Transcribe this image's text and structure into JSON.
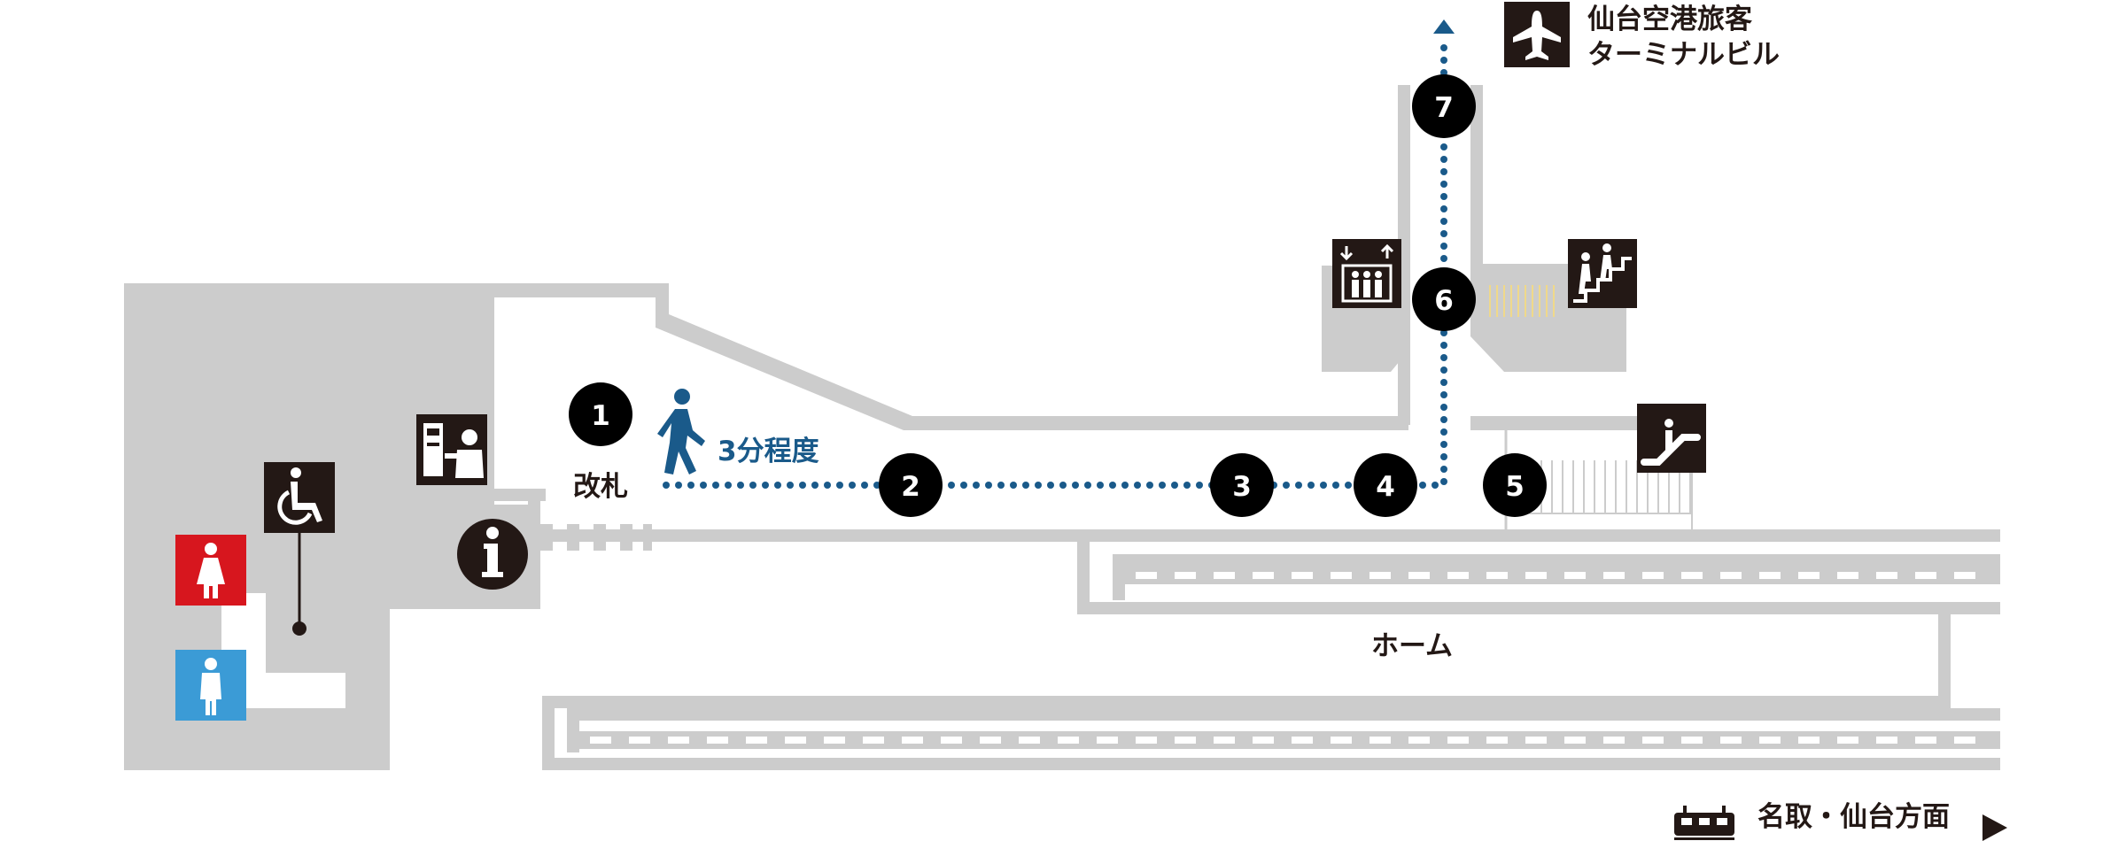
{
  "labels": {
    "gate": "改札",
    "walk_time": "3分程度",
    "platform": "ホーム",
    "terminal_line1": "仙台空港旅客",
    "terminal_line2": "ターミナルビル",
    "direction": "名取・仙台方面"
  },
  "stops": [
    "1",
    "2",
    "3",
    "4",
    "5",
    "6",
    "7"
  ],
  "icons": {
    "terminal": "airplane-icon",
    "walk": "walking-person-icon",
    "ticket_machine": "ticket-machine-icon",
    "info": "information-icon",
    "accessible": "wheelchair-icon",
    "toilet_female": "female-toilet-icon",
    "toilet_male": "male-toilet-icon",
    "elevator": "elevator-icon",
    "stairs": "stairs-icon",
    "escalator": "escalator-icon",
    "train": "train-icon",
    "direction": "triangle-right-icon"
  },
  "colors": {
    "wall": "#cccccc",
    "route": "#1a5a8a",
    "walk_text": "#1a5a8a",
    "female": "#d7161e",
    "male": "#3b9bd6",
    "icon_bg": "#231815",
    "text": "#231815"
  }
}
